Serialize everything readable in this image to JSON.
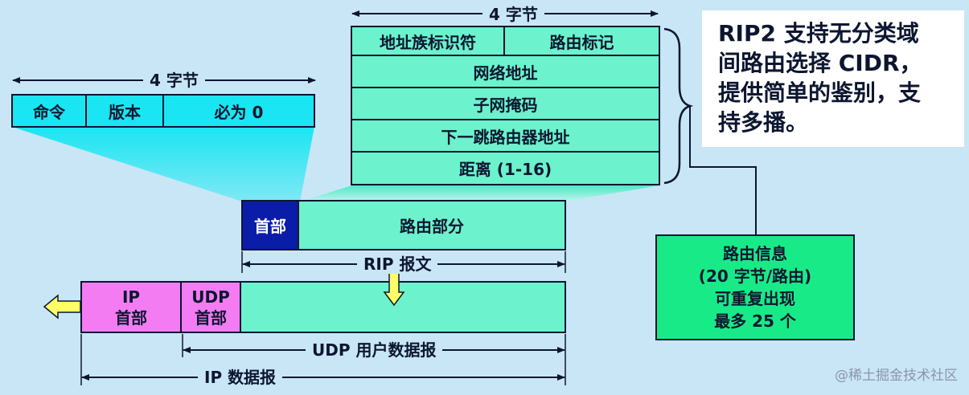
{
  "route_entry": {
    "width_label": "4 字节",
    "address_family": "地址族标识符",
    "route_tag": "路由标记",
    "network_address": "网络地址",
    "subnet_mask": "子网掩码",
    "next_hop": "下一跳路由器地址",
    "distance": "距离 (1-16)"
  },
  "header_fields": {
    "width_label": "4 字节",
    "command": "命令",
    "version": "版本",
    "must_zero": "必为 0"
  },
  "rip_message": {
    "header": "首部",
    "route_section": "路由部分",
    "label": "RIP 报文"
  },
  "ip_datagram": {
    "ip_header_line1": "IP",
    "ip_header_line2": "首部",
    "udp_header_line1": "UDP",
    "udp_header_line2": "首部",
    "udp_label": "UDP 用户数据报",
    "ip_label": "IP 数据报"
  },
  "note": {
    "line1": "RIP2 支持无分类域",
    "line2": "间路由选择 CIDR，",
    "line3": "提供简单的鉴别，支",
    "line4": "持多播。"
  },
  "route_info": {
    "line1": "路由信息",
    "line2": "(20 字节/路由)",
    "line3": "可重复出现",
    "line4": "最多 25 个"
  },
  "watermark": "@稀土掘金技术社区",
  "colors": {
    "background": "#c9e6f7",
    "header_fields": "#19e6f2",
    "route_fields": "#6cf2cc",
    "rip_header": "#0a1da8",
    "ip_header": "#f37cf3",
    "route_info_box": "#19ea88",
    "arrow_fill": "#ffff66"
  }
}
